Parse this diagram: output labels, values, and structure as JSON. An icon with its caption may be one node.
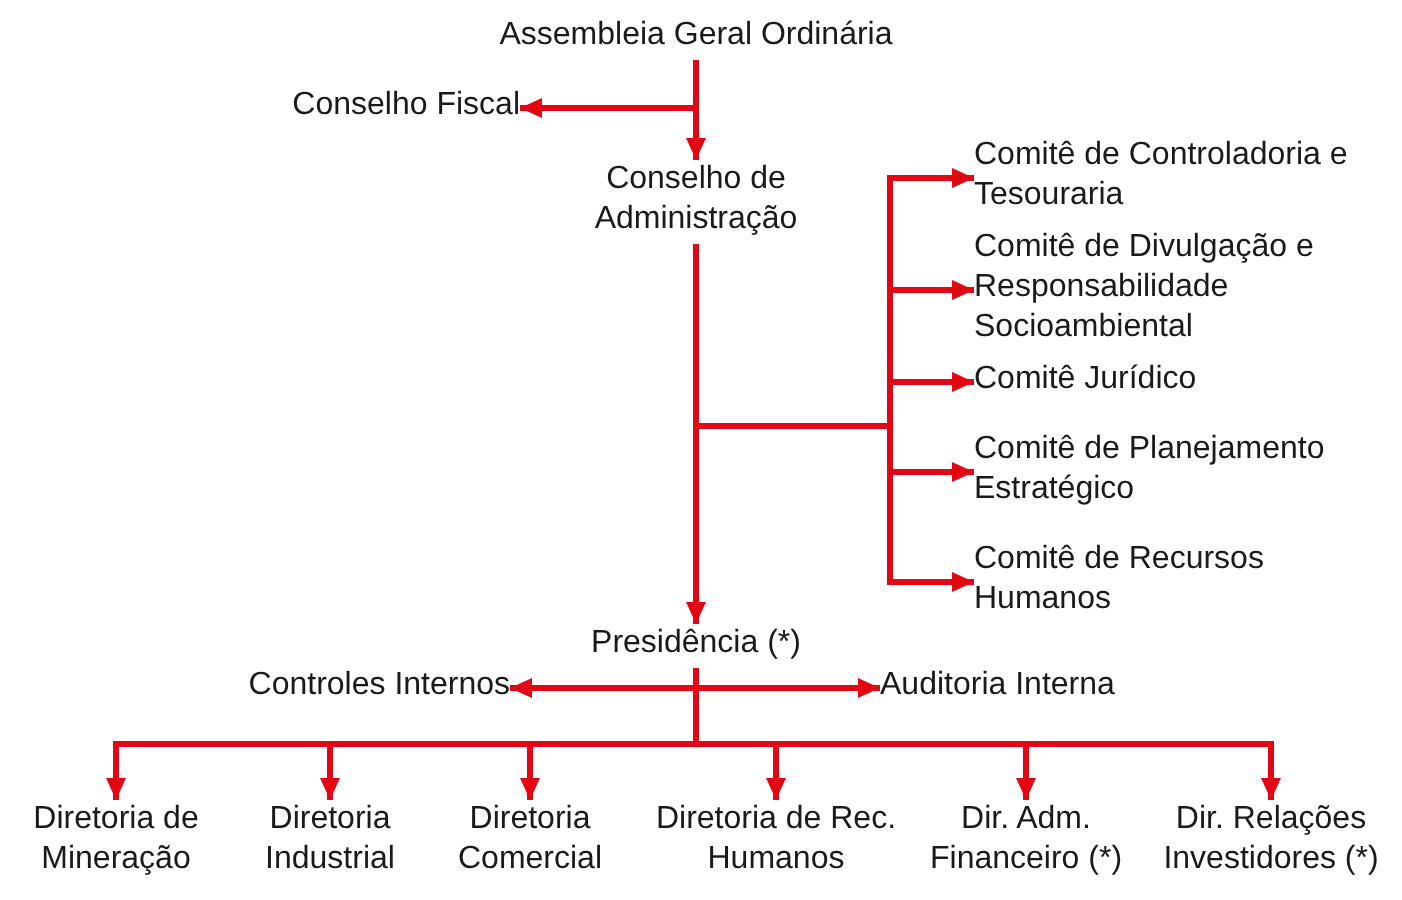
{
  "diagram": {
    "nodes": [
      {
        "text": [
          "Assembleia Geral Ordinária"
        ]
      },
      {
        "text": [
          "Conselho Fiscal"
        ]
      },
      {
        "text": [
          "Conselho de Administração"
        ]
      },
      {
        "text": [
          "Comitê de Controladoria e Tesouraria"
        ]
      },
      {
        "text": [
          "Comitê de Divulgação e Responsabilidade Socioambiental"
        ]
      },
      {
        "text": [
          "Comitê Jurídico"
        ]
      },
      {
        "text": [
          "Comitê de Planejamento Estratégico"
        ]
      },
      {
        "text": [
          "Comitê de Recursos Humanos"
        ]
      },
      {
        "text": [
          "Presidência (*)"
        ]
      },
      {
        "text": [
          "Controles Internos"
        ]
      },
      {
        "text": [
          "Auditoria Interna"
        ]
      },
      {
        "text": [
          "Diretoria de Mineração"
        ]
      },
      {
        "text": [
          "Diretoria Industrial"
        ]
      },
      {
        "text": [
          "Diretoria Comercial"
        ]
      },
      {
        "text": [
          "Diretoria de Rec. Humanos"
        ]
      },
      {
        "text": [
          "Dir. Adm. Financeiro (*)"
        ]
      },
      {
        "text": [
          "Dir. Relações Investidores (*)"
        ]
      }
    ],
    "edges": [
      {
        "from": 0,
        "to": 1,
        "arrow": "to"
      },
      {
        "from": 0,
        "to": 2,
        "arrow": "to"
      },
      {
        "from": 2,
        "to": 8,
        "arrow": "to"
      },
      {
        "from": 2,
        "to": 3,
        "arrow": "to"
      },
      {
        "from": 2,
        "to": 4,
        "arrow": "to"
      },
      {
        "from": 2,
        "to": 5,
        "arrow": "to"
      },
      {
        "from": 2,
        "to": 6,
        "arrow": "to"
      },
      {
        "from": 2,
        "to": 7,
        "arrow": "to"
      },
      {
        "from": 8,
        "to": 9,
        "arrow": "to"
      },
      {
        "from": 8,
        "to": 10,
        "arrow": "to"
      },
      {
        "from": 8,
        "to": 11,
        "arrow": "to"
      },
      {
        "from": 8,
        "to": 12,
        "arrow": "to"
      },
      {
        "from": 8,
        "to": 13,
        "arrow": "to"
      },
      {
        "from": 8,
        "to": 14,
        "arrow": "to"
      },
      {
        "from": 8,
        "to": 15,
        "arrow": "to"
      },
      {
        "from": 8,
        "to": 16,
        "arrow": "to"
      }
    ]
  }
}
